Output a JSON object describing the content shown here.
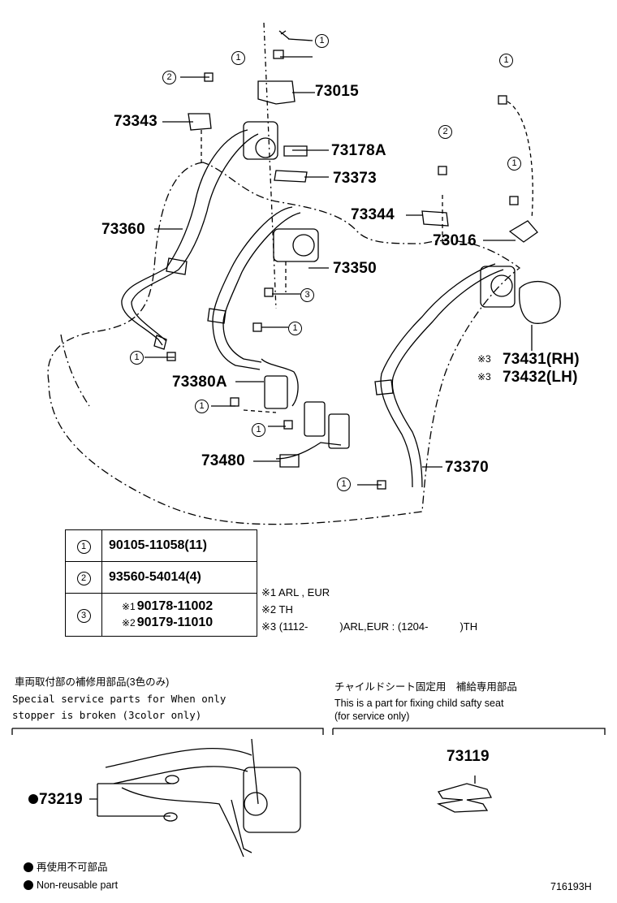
{
  "parts": {
    "p73015": "73015",
    "p73343": "73343",
    "p73178A": "73178A",
    "p73373": "73373",
    "p73360": "73360",
    "p73344": "73344",
    "p73016": "73016",
    "p73350": "73350",
    "p73431": "73431(RH)",
    "p73432": "73432(LH)",
    "p73380A": "73380A",
    "p73480": "73480",
    "p73370": "73370",
    "p73219": "73219",
    "p73119": "73119"
  },
  "callout_marks": {
    "one": "1",
    "two": "2",
    "three": "3",
    "ref_mark": "※3"
  },
  "legend": [
    {
      "key": "1",
      "value": "90105-11058(11)"
    },
    {
      "key": "2",
      "value": "93560-54014(4)"
    },
    {
      "key": "3",
      "lines": [
        {
          "mark": "※1",
          "value": "90178-11002"
        },
        {
          "mark": "※2",
          "value": "90179-11010"
        }
      ]
    }
  ],
  "notes": {
    "n1": "※1 ARL , EUR",
    "n2": "※2 TH",
    "n3": "※3 (1112-　　　)ARL,EUR : (1204-　　　)TH"
  },
  "left_section": {
    "title_jp": "車両取付部の補修用部品(3色のみ)",
    "line1": "Special  service  parts  for  When  only",
    "line2": "stopper  is  broken  (3color  only)"
  },
  "right_section": {
    "title_jp": "チャイルドシート固定用　補給専用部品",
    "line1": "This is a part for fixing child safty seat",
    "line2": "(for service only)"
  },
  "footer": {
    "nonreusable_jp": "再使用不可部品",
    "nonreusable_en": "Non-reusable part",
    "diagram_id": "716193H"
  }
}
